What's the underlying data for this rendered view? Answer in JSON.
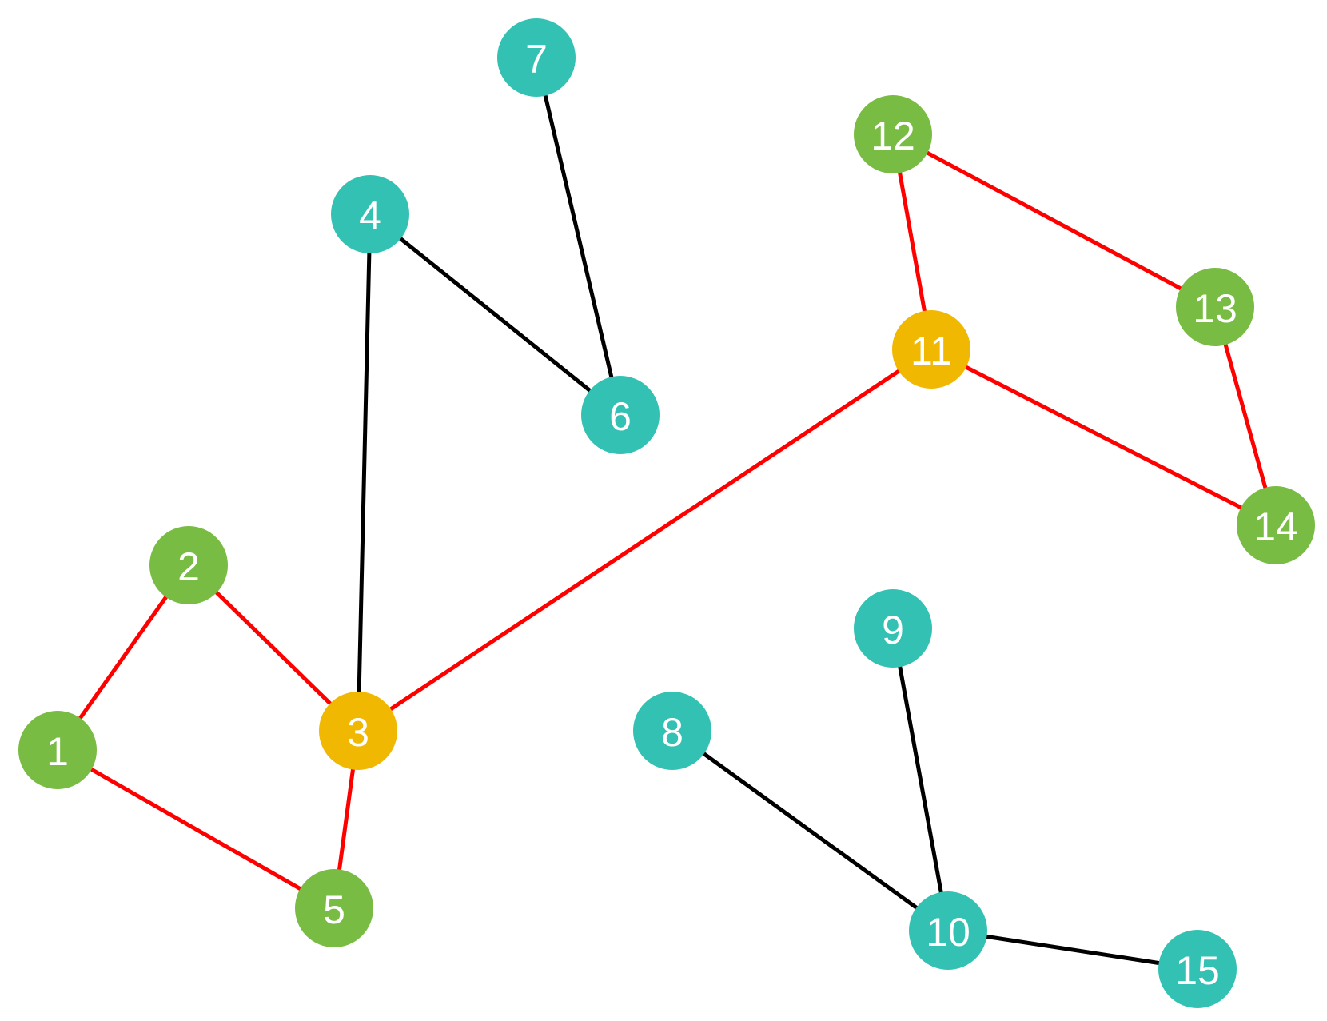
{
  "colors": {
    "highlight_edge": "#ff0000",
    "normal_edge": "#000000",
    "green_node": "#78bc43",
    "teal_node": "#33c1b4",
    "yellow_node": "#f0b800",
    "label": "#ffffff",
    "background": "#ffffff"
  },
  "graph": {
    "nodes": [
      {
        "id": "1",
        "label": "1",
        "color": "green"
      },
      {
        "id": "2",
        "label": "2",
        "color": "green"
      },
      {
        "id": "3",
        "label": "3",
        "color": "yellow"
      },
      {
        "id": "4",
        "label": "4",
        "color": "teal"
      },
      {
        "id": "5",
        "label": "5",
        "color": "green"
      },
      {
        "id": "6",
        "label": "6",
        "color": "teal"
      },
      {
        "id": "7",
        "label": "7",
        "color": "teal"
      },
      {
        "id": "8",
        "label": "8",
        "color": "teal"
      },
      {
        "id": "9",
        "label": "9",
        "color": "teal"
      },
      {
        "id": "10",
        "label": "10",
        "color": "teal"
      },
      {
        "id": "11",
        "label": "11",
        "color": "yellow"
      },
      {
        "id": "12",
        "label": "12",
        "color": "green"
      },
      {
        "id": "13",
        "label": "13",
        "color": "green"
      },
      {
        "id": "14",
        "label": "14",
        "color": "green"
      },
      {
        "id": "15",
        "label": "15",
        "color": "teal"
      }
    ],
    "edges": [
      {
        "from": "1",
        "to": "2",
        "highlighted": true
      },
      {
        "from": "1",
        "to": "5",
        "highlighted": true
      },
      {
        "from": "2",
        "to": "3",
        "highlighted": true
      },
      {
        "from": "3",
        "to": "5",
        "highlighted": true
      },
      {
        "from": "3",
        "to": "11",
        "highlighted": true
      },
      {
        "from": "3",
        "to": "4",
        "highlighted": false
      },
      {
        "from": "4",
        "to": "6",
        "highlighted": false
      },
      {
        "from": "6",
        "to": "7",
        "highlighted": false
      },
      {
        "from": "11",
        "to": "12",
        "highlighted": true
      },
      {
        "from": "11",
        "to": "14",
        "highlighted": true
      },
      {
        "from": "12",
        "to": "13",
        "highlighted": true
      },
      {
        "from": "13",
        "to": "14",
        "highlighted": true
      },
      {
        "from": "8",
        "to": "10",
        "highlighted": false
      },
      {
        "from": "9",
        "to": "10",
        "highlighted": false
      },
      {
        "from": "10",
        "to": "15",
        "highlighted": false
      }
    ]
  }
}
